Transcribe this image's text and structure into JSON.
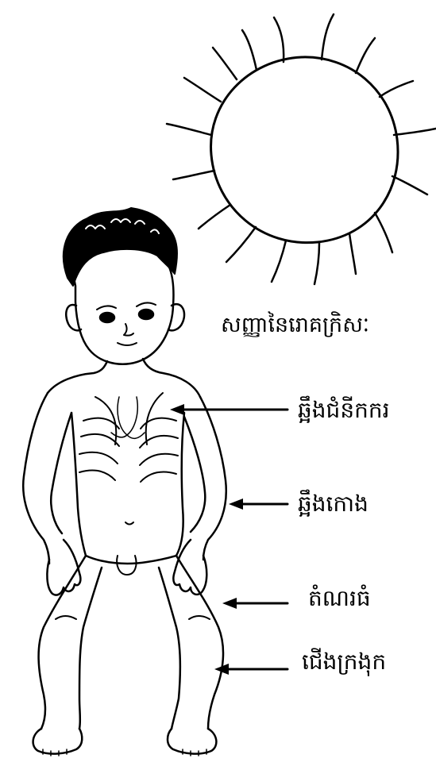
{
  "diagram": {
    "title": "សញ្ញានៃរោគក្រិសៈ",
    "labels": {
      "ribs": "ឆ្អឹងជំនីកករ",
      "arm": "ឆ្អឹងកោង",
      "knee": "តំណរធំ",
      "legs": "ជើងក្រងុក"
    }
  },
  "colors": {
    "ink": "#000000",
    "paper": "#ffffff"
  }
}
